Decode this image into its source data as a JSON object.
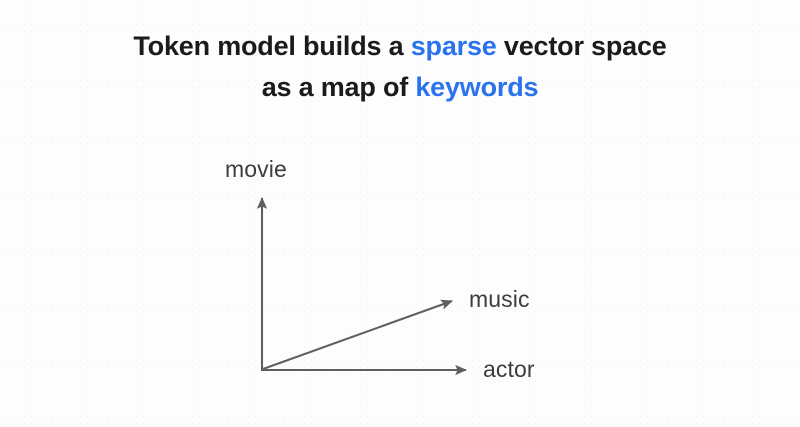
{
  "slide": {
    "background_color": "#fdfdfd",
    "title": {
      "line1_part1": "Token model builds a ",
      "line1_accent": "sparse",
      "line1_part2": " vector space",
      "line2_part1": "as a map of ",
      "line2_accent": "keywords",
      "text_color": "#1b1b1b",
      "accent_color": "#2b72ee"
    },
    "diagram": {
      "line_color": "#5f5f5f",
      "label_color": "#3d3d3d",
      "origin_label": "",
      "axes": [
        {
          "name": "vertical-axis",
          "label": "movie",
          "from": [
            262,
            370
          ],
          "to": [
            262,
            192
          ]
        },
        {
          "name": "horizontal-axis",
          "label": "actor",
          "from": [
            262,
            370
          ],
          "to": [
            472,
            370
          ]
        },
        {
          "name": "diagonal-vector",
          "label": "music",
          "from": [
            262,
            370
          ],
          "to": [
            458,
            299
          ]
        }
      ]
    }
  }
}
